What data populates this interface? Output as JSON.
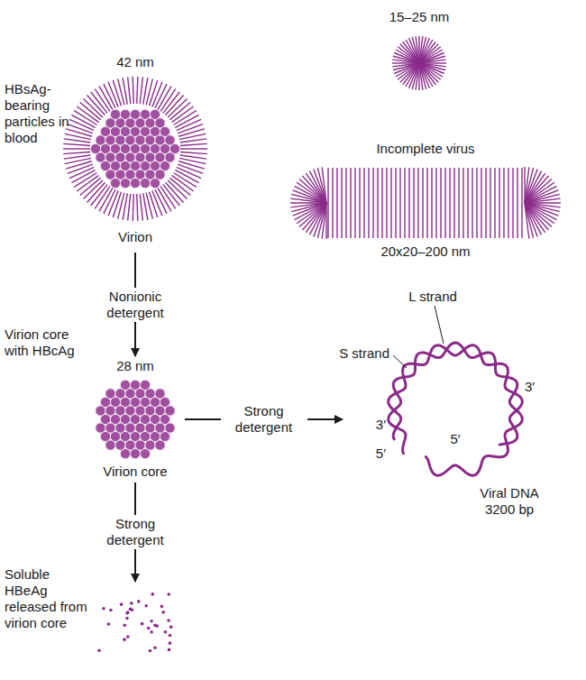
{
  "diagram": {
    "nodes": [
      {
        "text": [
          "42 nm",
          "Virion"
        ]
      },
      {
        "text": [
          "15–25 nm"
        ]
      },
      {
        "text": [
          "Incomplete virus",
          "20x20–200 nm"
        ]
      },
      {
        "text": [
          "28 nm",
          "Virion core"
        ]
      },
      {
        "text": [
          "L strand",
          "S strand",
          "3′",
          "3′",
          "5′",
          "5′",
          "Viral DNA 3200 bp"
        ]
      },
      {
        "text": [
          "Soluble HBeAg released from virion core"
        ]
      }
    ],
    "edges": [
      {
        "from": 0,
        "to": 3,
        "label": "Nonionic detergent",
        "arrow": "to"
      },
      {
        "from": 3,
        "to": 4,
        "label": "Strong detergent",
        "arrow": "to"
      },
      {
        "from": 3,
        "to": 5,
        "label": "Strong detergent",
        "arrow": "to"
      }
    ],
    "labels": [
      "HBsAg-bearing particles in blood",
      "Virion core with HBcAg"
    ]
  }
}
